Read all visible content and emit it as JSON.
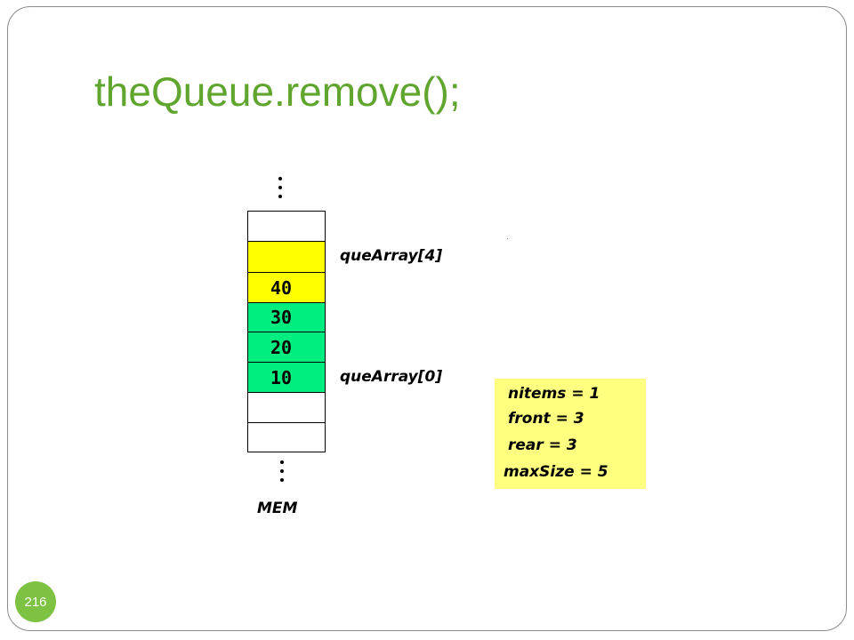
{
  "slide": {
    "title": "theQueue.remove();",
    "page_number": "216"
  },
  "memory": {
    "cells": [
      "",
      "",
      "40",
      "30",
      "20",
      "10",
      "",
      ""
    ],
    "cell_colors": [
      "#ffffff",
      "#ffff00",
      "#ffff00",
      "#00ee80",
      "#00ee80",
      "#00ee80",
      "#ffffff",
      "#ffffff"
    ],
    "label_top": "queArray[4]",
    "label_bottom": "queArray[0]",
    "caption": "MEM"
  },
  "state": {
    "nitems": "nitems = 1",
    "front": "front = 3",
    "rear": "rear = 3",
    "maxsize": "maxSize = 5"
  },
  "colors": {
    "title": "#5fa52e",
    "badge": "#7dc242",
    "info_box": "#ffff80"
  }
}
